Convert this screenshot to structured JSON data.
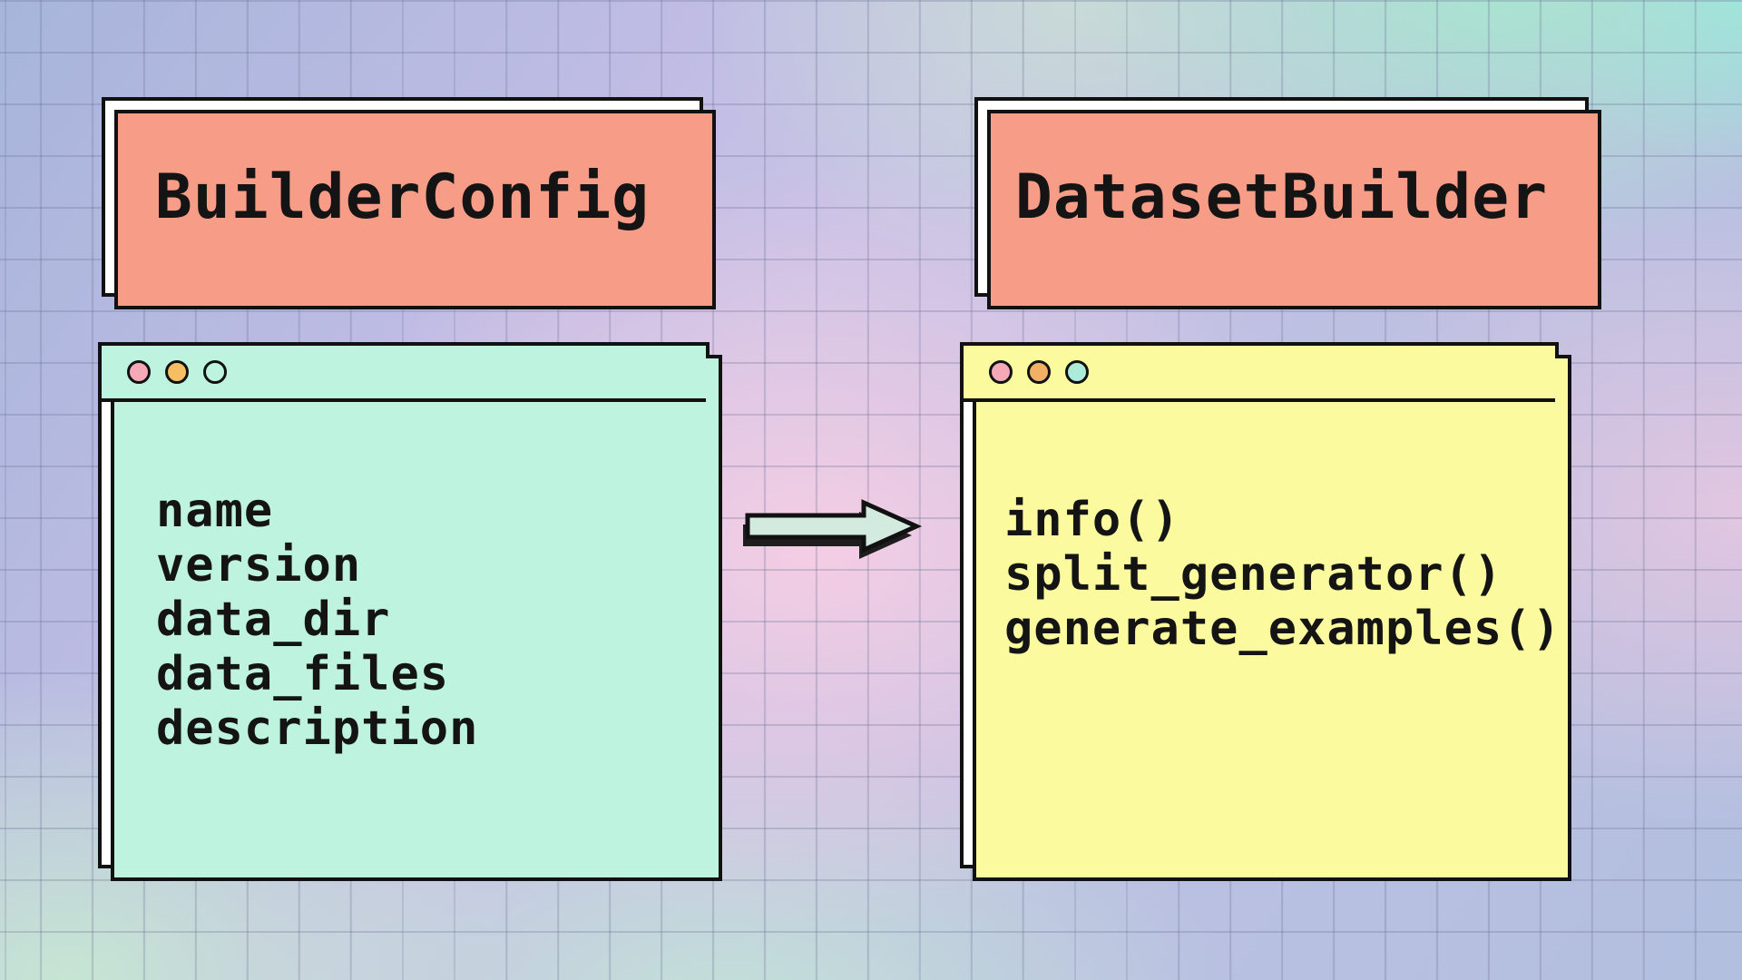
{
  "diagram": {
    "left": {
      "title": "BuilderConfig",
      "card_shadow_color": "#F69C87",
      "window": {
        "titlebar_color": "#BEF3E0",
        "shadow_color": "#BEF3E0",
        "dots": {
          "dot1": "#F5A8B6",
          "dot2": "#F6BE63",
          "dot3": "none"
        },
        "items": {
          "0": "name",
          "1": "version",
          "2": "data_dir",
          "3": "data_files",
          "4": "description"
        }
      }
    },
    "right": {
      "title": "DatasetBuilder",
      "card_shadow_color": "#F69C87",
      "window": {
        "titlebar_color": "#FBFA9E",
        "shadow_color": "#FBFA9E",
        "dots": {
          "dot1": "#F5A8B6",
          "dot2": "#F2B065",
          "dot3": "#ACEBDA"
        },
        "items": {
          "0": "info()",
          "1": "split_generator()",
          "2": "generate_examples()"
        }
      }
    },
    "arrow": {
      "direction": "right",
      "fill_color": "#D3EBDE",
      "outline_color": "#111111",
      "shadow_color": "#1E1E1E"
    },
    "style": {
      "border_color": "#111111",
      "text_color": "#141414",
      "window_bg": "#FFFFFF"
    }
  }
}
